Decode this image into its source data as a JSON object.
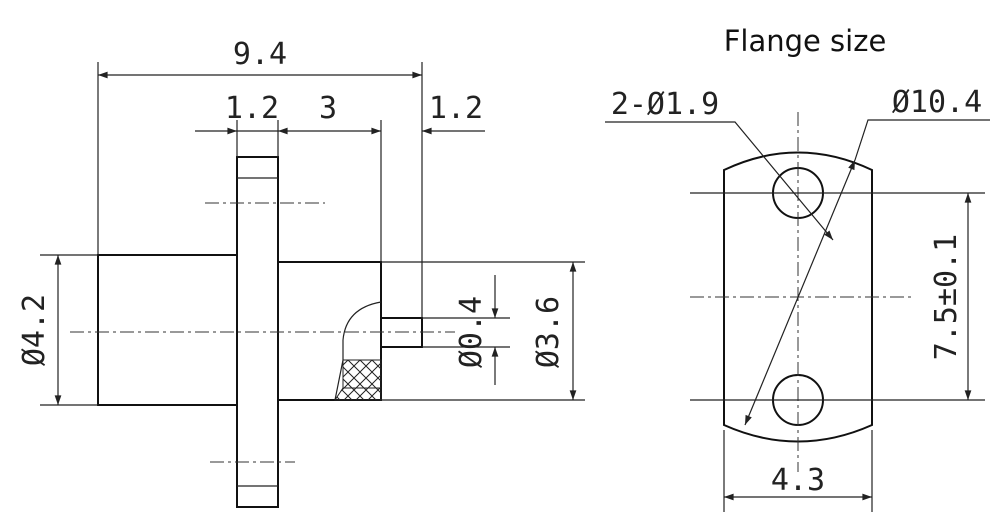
{
  "title": "Flange size",
  "side_view": {
    "overall_length": "9.4",
    "flange_thickness": "1.2",
    "body_length": "3",
    "pin_length": "1.2",
    "body_diameter": "Ø4.2",
    "pin_diameter": "Ø0.4",
    "rear_diameter": "Ø3.6"
  },
  "flange_view": {
    "holes": "2-Ø1.9",
    "flange_diameter": "Ø10.4",
    "hole_spacing": "7.5±0.1",
    "width": "4.3"
  }
}
